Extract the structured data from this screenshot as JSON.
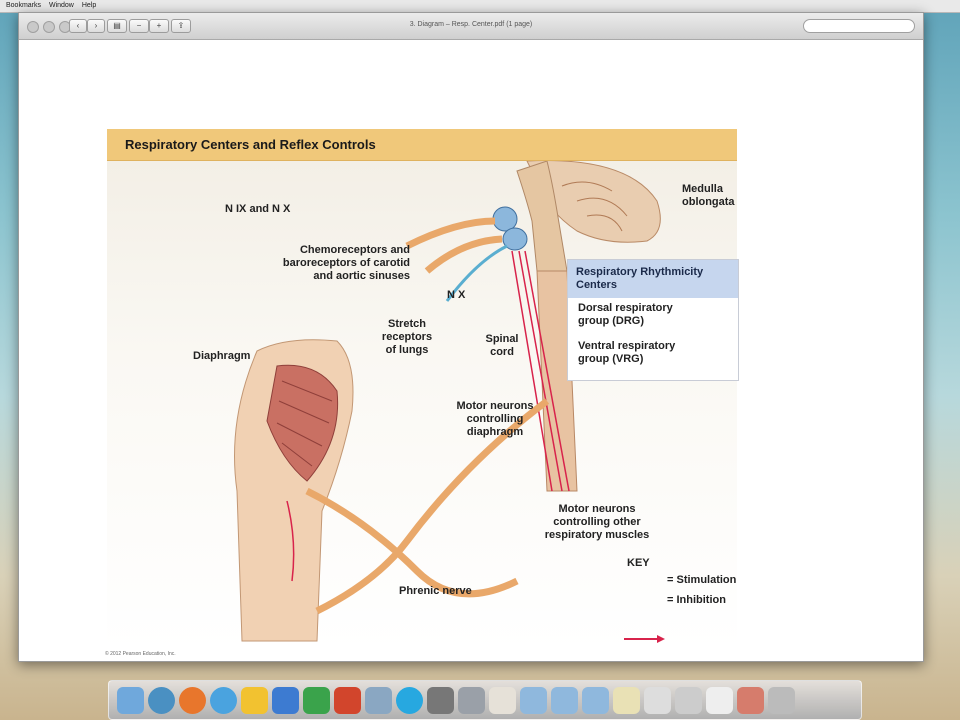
{
  "menubar": {
    "items": [
      "Bookmarks",
      "Window",
      "Help"
    ]
  },
  "window": {
    "title": "3. Diagram – Resp. Center.pdf (1 page)"
  },
  "figure": {
    "title": "Respiratory Centers and Reflex Controls",
    "labels": {
      "nix_nx": "N IX and N X",
      "medulla": "Medulla\noblongata",
      "chemo": "Chemoreceptors and\nbaroreceptors of carotid\nand aortic sinuses",
      "nx": "N X",
      "stretch": "Stretch\nreceptors\nof lungs",
      "spinal": "Spinal\ncord",
      "diaphragm": "Diaphragm",
      "motor_diaphragm": "Motor neurons\ncontrolling\ndiaphragm",
      "motor_other": "Motor neurons\ncontrolling other\nrespiratory muscles",
      "phrenic": "Phrenic nerve"
    },
    "rrc": {
      "title": "Respiratory Rhythmicity\nCenters",
      "drg": "Dorsal respiratory\ngroup (DRG)",
      "vrg": "Ventral respiratory\ngroup (VRG)"
    },
    "key": {
      "title": "KEY",
      "stimulation": "= Stimulation",
      "inhibition": "= Inhibition"
    },
    "copyright": "© 2012 Pearson Education, Inc."
  },
  "colors": {
    "header": "#f0c87a",
    "rrc_header": "#c6d6ee",
    "stimulation": "#d8234b",
    "inhibition": "#5aaed0",
    "nerve": "#e9a86a"
  },
  "dock": {
    "icons": [
      "finder-icon",
      "safari-icon",
      "firefox-icon",
      "itunes-icon",
      "notes-icon",
      "word-icon",
      "excel-icon",
      "powerpoint-icon",
      "preview-icon",
      "skype-icon",
      "tool-icon",
      "photo-icon",
      "document-icon",
      "folder-icon",
      "folder-icon",
      "folder-icon",
      "image-icon",
      "image-icon",
      "image-icon",
      "image-icon",
      "image-icon",
      "image-icon",
      "trash-icon"
    ]
  }
}
